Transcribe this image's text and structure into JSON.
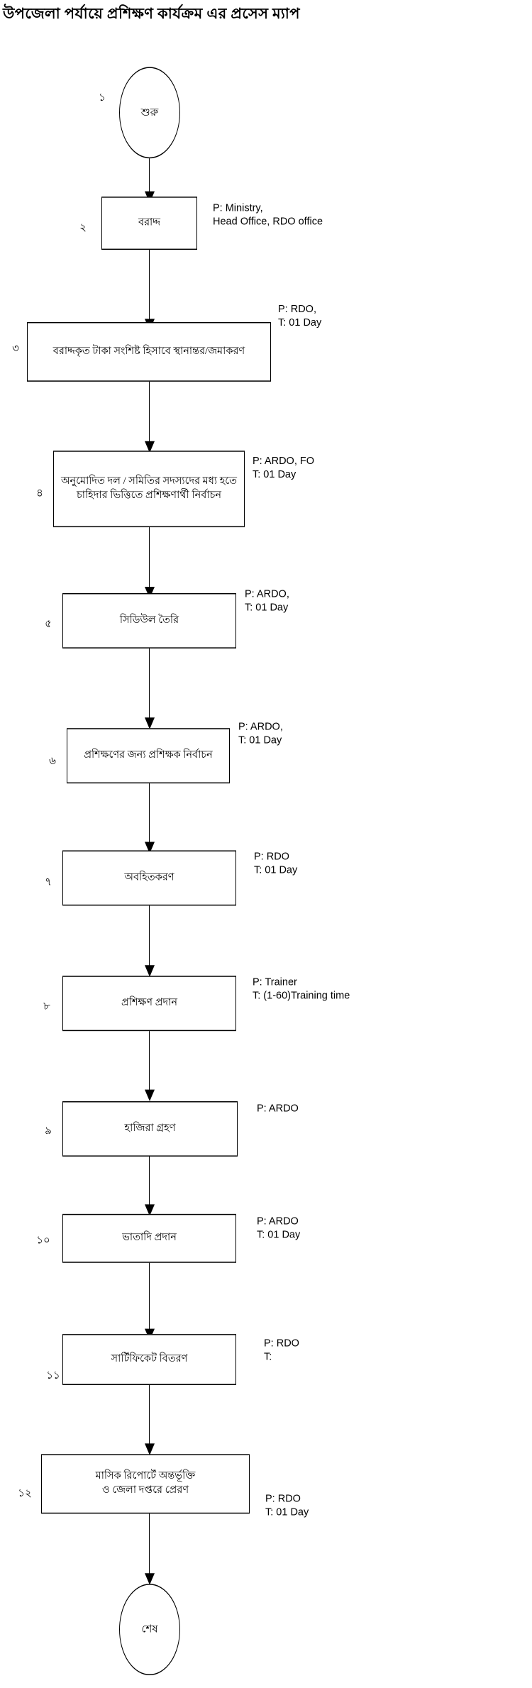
{
  "title": "উপজেলা পর্যায়ে প্রশিক্ষণ কার্যক্রম এর প্রসেস ম্যাপ",
  "diagram": {
    "type": "flowchart",
    "orientation": "top-to-bottom",
    "nodes": [
      {
        "id": "start",
        "shape": "circle",
        "number": "১",
        "label": "শুরু",
        "annotation": ""
      },
      {
        "id": "step2",
        "shape": "rectangle",
        "number": "২",
        "label": "বরাদ্দ",
        "annotation": "P:  Ministry,\n     Head Office, RDO office"
      },
      {
        "id": "step3",
        "shape": "rectangle",
        "number": "৩",
        "label": "বরাদ্দকৃত টাকা সংশিষ্ট হিসাবে স্থানান্তর/জমাকরণ",
        "annotation": "P:  RDO,\nT:  01 Day"
      },
      {
        "id": "step4",
        "shape": "rectangle",
        "number": "৪",
        "label": "অনুমোদিত দল / সমিতির সদস্যদের মধ্য হতে\nচাহিদার ভিত্তিতে প্রশিক্ষণার্থী নির্বাচন",
        "annotation": "P:  ARDO, FO\nT:  01 Day"
      },
      {
        "id": "step5",
        "shape": "rectangle",
        "number": "৫",
        "label": "সিডিউল তৈরি",
        "annotation": "P:  ARDO,\nT:  01 Day"
      },
      {
        "id": "step6",
        "shape": "rectangle",
        "number": "৬",
        "label": "প্রশিক্ষণের জন্য প্রশিক্ষক নির্বাচন",
        "annotation": "P:  ARDO,\nT:  01 Day"
      },
      {
        "id": "step7",
        "shape": "rectangle",
        "number": "৭",
        "label": "অবহিতকরণ",
        "annotation": "P: RDO\nT:  01 Day"
      },
      {
        "id": "step8",
        "shape": "rectangle",
        "number": "৮",
        "label": "প্রশিক্ষণ প্রদান",
        "annotation": "P: Trainer\nT:  (1-60)Training time"
      },
      {
        "id": "step9",
        "shape": "rectangle",
        "number": "৯",
        "label": "হাজিরা গ্রহণ",
        "annotation": "P: ARDO"
      },
      {
        "id": "step10",
        "shape": "rectangle",
        "number": "১০",
        "label": "ভাতাদি প্রদান",
        "annotation": "P: ARDO\nT:  01 Day"
      },
      {
        "id": "step11",
        "shape": "rectangle",
        "number": "১১",
        "label": "সার্টিফিকেট বিতরণ",
        "annotation": "P: RDO\nT:"
      },
      {
        "id": "step12",
        "shape": "rectangle",
        "number": "১২",
        "label": "মাসিক রিপোর্টে অন্তর্ভূক্তি\nও জেলা দপ্তরে প্রেরণ",
        "annotation": "P: RDO\nT:  01 Day"
      },
      {
        "id": "end",
        "shape": "circle",
        "number": "",
        "label": "শেষ",
        "annotation": ""
      }
    ],
    "colors": {
      "stroke": "#000000",
      "fill": "#ffffff",
      "text": "#000000"
    }
  }
}
